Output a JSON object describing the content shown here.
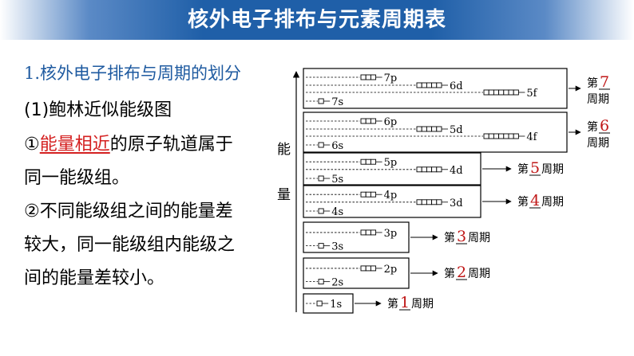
{
  "header": {
    "title": "核外电子排布与元素周期表"
  },
  "content": {
    "heading": "1.核外电子排布与周期的划分",
    "subheading": "(1)鲍林近似能级图",
    "point1_prefix": "①",
    "point1_highlight": "能量相近",
    "point1_rest": "的原子轨道属于",
    "point1_line2": "同一能级组。",
    "point2_line1": "②不同能级组之间的能量差",
    "point2_line2": "较大，同一能级组内能级之",
    "point2_line3": "间的能量差较小。"
  },
  "diagram": {
    "axis_label_top": "能",
    "axis_label_bottom": "量",
    "period_prefix": "第",
    "period_suffix": "周期",
    "accent_color": "#c01818",
    "periods": [
      {
        "number": "7",
        "levels": [
          "7s",
          "7p",
          "6d",
          "5f"
        ]
      },
      {
        "number": "6",
        "levels": [
          "6s",
          "6p",
          "5d",
          "4f"
        ]
      },
      {
        "number": "5",
        "levels": [
          "5s",
          "5p",
          "4d"
        ]
      },
      {
        "number": "4",
        "levels": [
          "4s",
          "4p",
          "3d"
        ]
      },
      {
        "number": "3",
        "levels": [
          "3s",
          "3p"
        ]
      },
      {
        "number": "2",
        "levels": [
          "2s",
          "2p"
        ]
      },
      {
        "number": "1",
        "levels": [
          "1s"
        ]
      }
    ]
  }
}
